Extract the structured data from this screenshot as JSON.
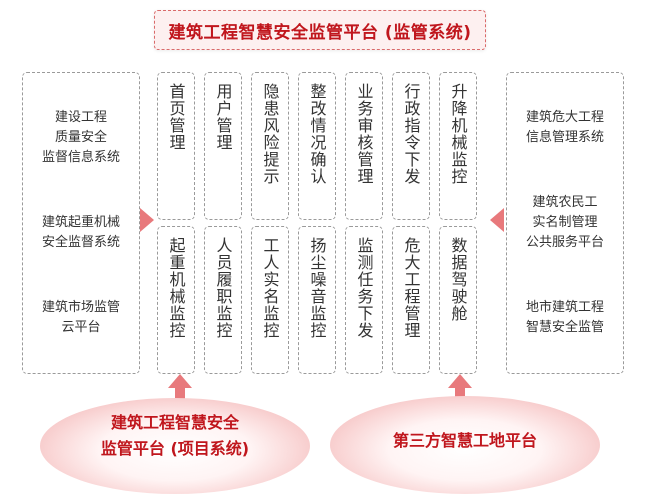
{
  "title": "建筑工程智慧安全监管平台 (监管系统)",
  "left_systems": [
    "建设工程\n质量安全\n监督信息系统",
    "建筑起重机械\n安全监督系统",
    "建筑市场监管\n云平台"
  ],
  "right_systems": [
    "建筑危大工程\n信息管理系统",
    "建筑农民工\n实名制管理\n公共服务平台",
    "地市建筑工程\n智慧安全监管"
  ],
  "top_modules": [
    "首页管理",
    "用户管理",
    "隐患风险提示",
    "整改情况确认",
    "业务审核管理",
    "行政指令下发",
    "升降机械监控"
  ],
  "bottom_modules": [
    "起重机械监控",
    "人员履职监控",
    "工人实名监控",
    "扬尘噪音监控",
    "监测任务下发",
    "危大工程管理",
    "数据驾驶舱"
  ],
  "bottom_left_platform": "建筑工程智慧安全\n监管平台 (项目系统)",
  "bottom_right_platform": "第三方智慧工地平台",
  "colors": {
    "accent": "#c0161d",
    "arrow": "#e8797c",
    "dash_border": "#9a9a9a"
  }
}
